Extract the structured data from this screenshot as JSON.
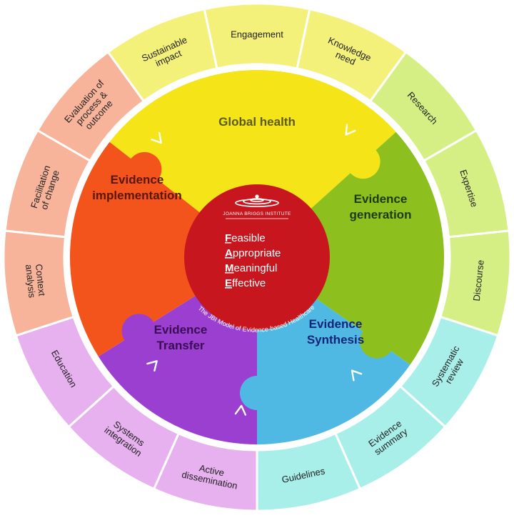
{
  "center": {
    "logo_text": "JOANNA BRIGGS INSTITUTE",
    "fame": [
      {
        "initial": "F",
        "rest": "easible"
      },
      {
        "initial": "A",
        "rest": "ppropriate"
      },
      {
        "initial": "M",
        "rest": "eaningful"
      },
      {
        "initial": "E",
        "rest": "ffective"
      }
    ],
    "model_caption": "The JBI Model of Evidence-based Healthcare"
  },
  "quadrants": [
    {
      "key": "global-health",
      "lines": [
        "Global health"
      ],
      "color": "#f5e417",
      "text_color": "#5a5a1a"
    },
    {
      "key": "evidence-generation",
      "lines": [
        "Evidence",
        "generation"
      ],
      "color": "#8dbf1f",
      "text_color": "#1e3a12"
    },
    {
      "key": "evidence-synthesis",
      "lines": [
        "Evidence",
        "Synthesis"
      ],
      "color": "#4fb9e3",
      "text_color": "#10247a"
    },
    {
      "key": "evidence-transfer",
      "lines": [
        "Evidence",
        "Transfer"
      ],
      "color": "#9b3fd0",
      "text_color": "#3a0d55"
    },
    {
      "key": "evidence-implementation",
      "lines": [
        "Evidence",
        "implementation"
      ],
      "color": "#f2541b",
      "text_color": "#5a1606"
    }
  ],
  "outer_segments": [
    {
      "lines": [
        "Engagement"
      ],
      "color": "#f4f17a"
    },
    {
      "lines": [
        "Knowledge",
        "need"
      ],
      "color": "#f4f17a"
    },
    {
      "lines": [
        "Research"
      ],
      "color": "#d6ef84"
    },
    {
      "lines": [
        "Expertise"
      ],
      "color": "#d6ef84"
    },
    {
      "lines": [
        "Discourse"
      ],
      "color": "#d6ef84"
    },
    {
      "lines": [
        "Systematic",
        "review"
      ],
      "color": "#a8efea"
    },
    {
      "lines": [
        "Evidence",
        "summary"
      ],
      "color": "#a8efea"
    },
    {
      "lines": [
        "Guidelines"
      ],
      "color": "#a8efea"
    },
    {
      "lines": [
        "Active",
        "dissemination"
      ],
      "color": "#e7b1ef"
    },
    {
      "lines": [
        "Systems",
        "integration"
      ],
      "color": "#e7b1ef"
    },
    {
      "lines": [
        "Education"
      ],
      "color": "#e7b1ef"
    },
    {
      "lines": [
        "Context",
        "analysis"
      ],
      "color": "#f8b49a"
    },
    {
      "lines": [
        "Facilitation",
        "of change"
      ],
      "color": "#f8b49a"
    },
    {
      "lines": [
        "Evaluation of",
        "process &",
        "outcome"
      ],
      "color": "#f8b49a"
    },
    {
      "lines": [
        "Sustainable",
        "impact"
      ],
      "color": "#f4f17a"
    }
  ]
}
